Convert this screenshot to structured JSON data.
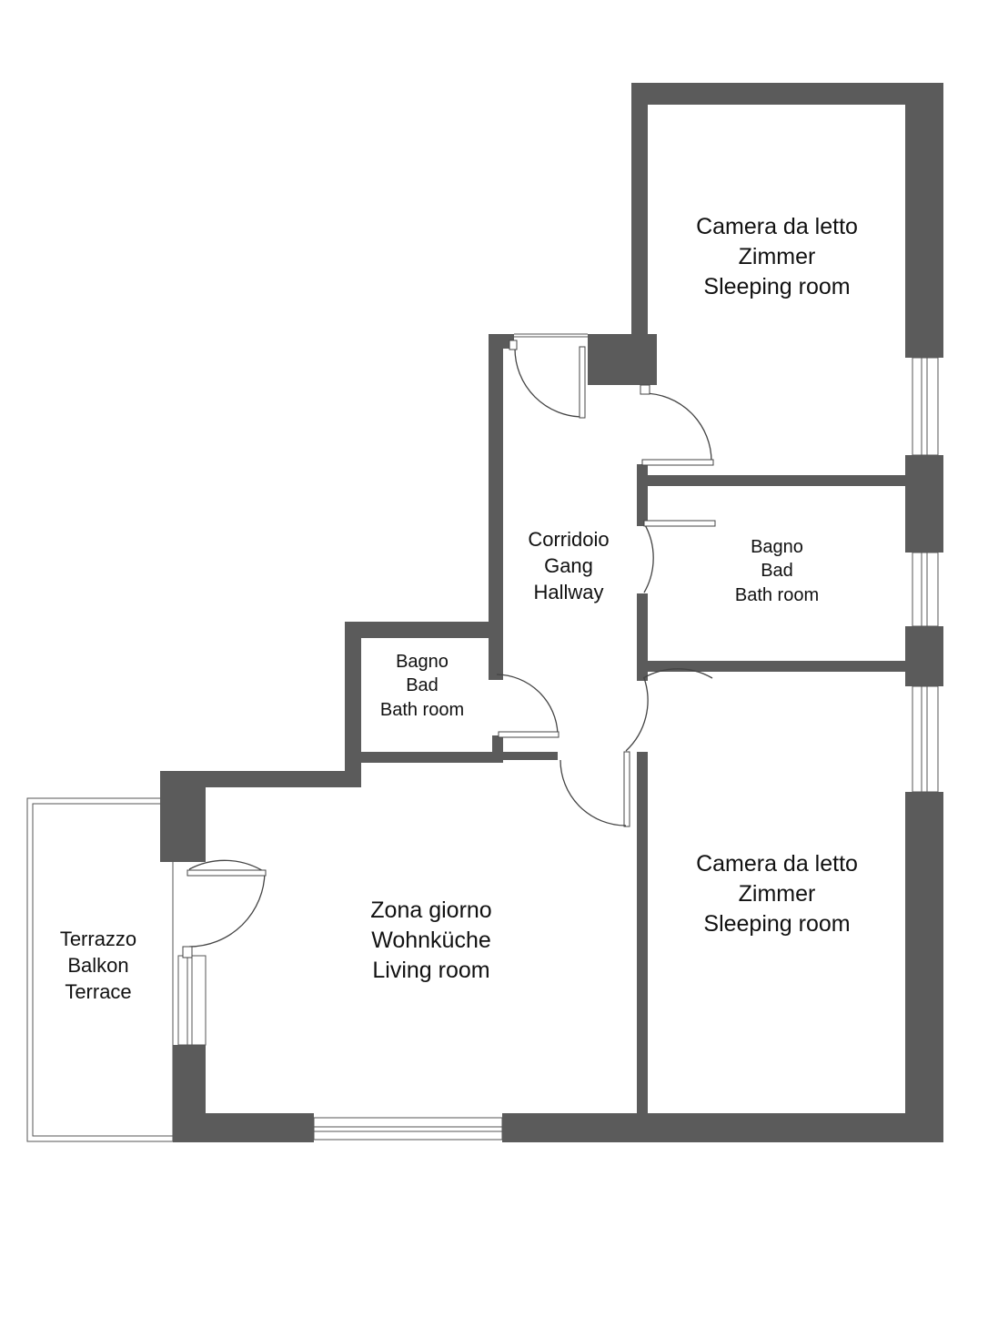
{
  "rooms": {
    "bedroom_top": {
      "line1": "Camera da letto",
      "line2": "Zimmer",
      "line3": "Sleeping room"
    },
    "hallway": {
      "line1": "Corridoio",
      "line2": "Gang",
      "line3": "Hallway"
    },
    "bath_right": {
      "line1": "Bagno",
      "line2": "Bad",
      "line3": "Bath room"
    },
    "bath_left": {
      "line1": "Bagno",
      "line2": "Bad",
      "line3": "Bath room"
    },
    "bedroom_bottom": {
      "line1": "Camera da letto",
      "line2": "Zimmer",
      "line3": "Sleeping room"
    },
    "living": {
      "line1": "Zona giorno",
      "line2": "Wohnküche",
      "line3": "Living room"
    },
    "terrace": {
      "line1": "Terrazzo",
      "line2": "Balkon",
      "line3": "Terrace"
    }
  },
  "colors": {
    "wall": "#5b5b5b",
    "background": "#ffffff",
    "text": "#111111"
  }
}
